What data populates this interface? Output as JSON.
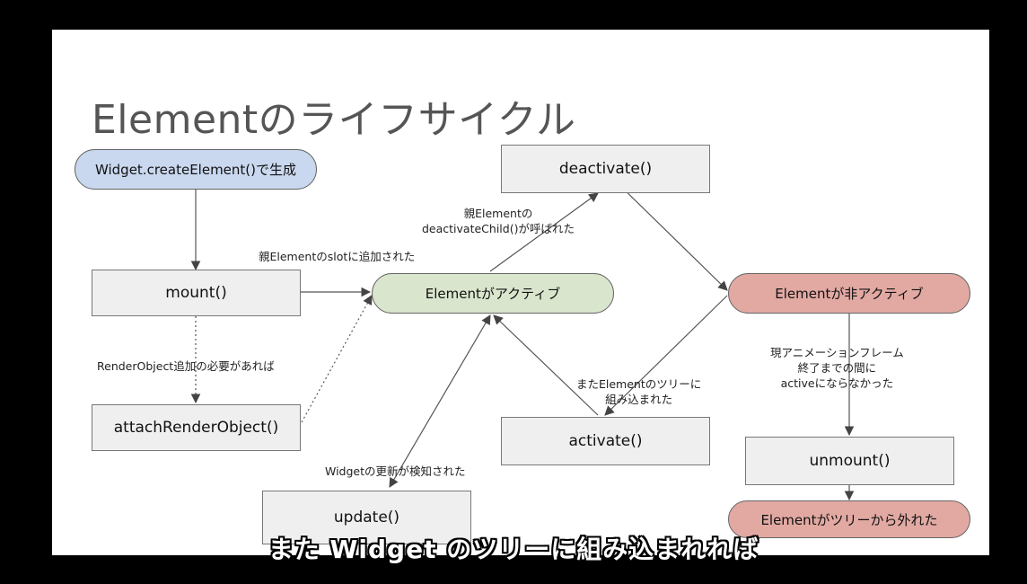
{
  "title": "Elementのライフサイクル",
  "nodes": {
    "create": "Widget.createElement()で生成",
    "mount": "mount()",
    "attach": "attachRenderObject()",
    "update": "update()",
    "active": "Elementがアクティブ",
    "deactivate": "deactivate()",
    "activate": "activate()",
    "inactive": "Elementが非アクティブ",
    "unmount": "unmount()",
    "removed": "Elementがツリーから外れた"
  },
  "labels": {
    "slot": "親Elementのslotに追加された",
    "parent_deactivate": [
      "親Elementの",
      "deactivateChild()が呼ばれた"
    ],
    "render_needed": "RenderObject追加の必要があれば",
    "reinserted": [
      "またElementのツリーに",
      "組み込まれた"
    ],
    "widget_updated": "Widgetの更新が検知された",
    "frame_end": [
      "現アニメーションフレーム",
      "終了までの間に",
      "activeにならなかった"
    ]
  },
  "subtitle": "また Widget のツリーに組み込まれれば",
  "colors": {
    "create": "#c9d8ef",
    "active": "#d9e6cd",
    "inactive": "#e2a9a3",
    "box": "#efefef"
  }
}
